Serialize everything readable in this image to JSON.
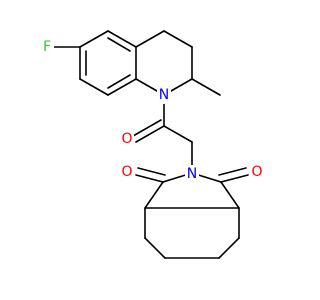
{
  "background": "#ffffff",
  "bond_color": "#000000",
  "atom_colors": {
    "F": "#33cc33",
    "N": "#0000ff",
    "O": "#ff0000"
  },
  "labels": {
    "fluorine": "F",
    "nitrogen_ring": "N",
    "nitrogen_imide": "N",
    "oxygen_amide": "O",
    "oxygen_imide_left": "O",
    "oxygen_imide_right": "O"
  }
}
